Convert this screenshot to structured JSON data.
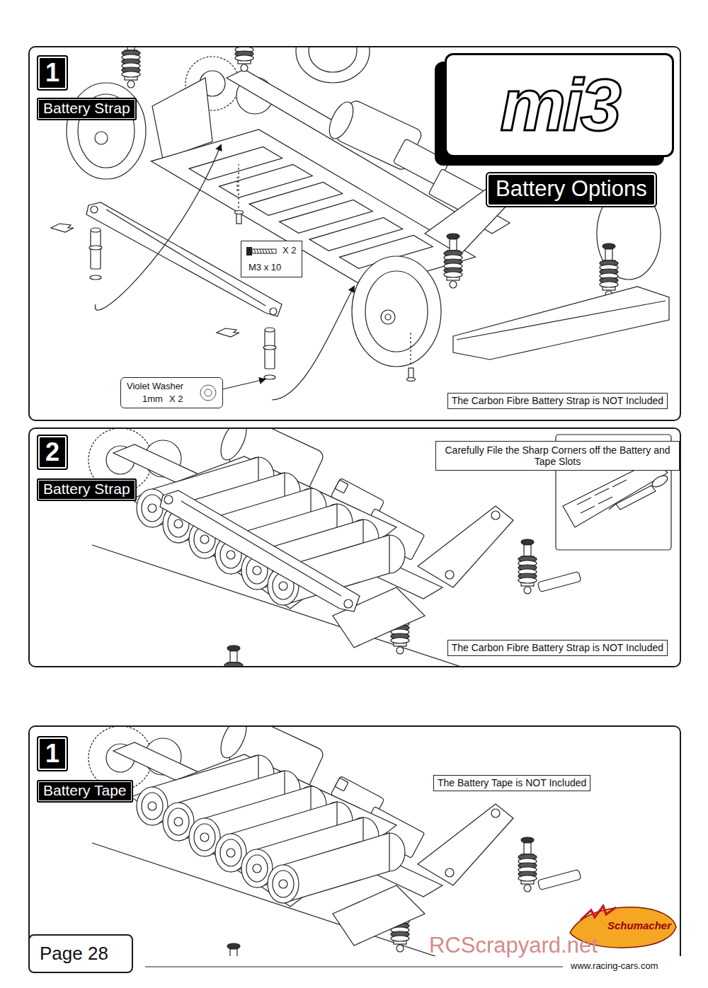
{
  "diagram": {
    "nodes": [
      {
        "text": [
          "1",
          "Battery Strap"
        ]
      },
      {
        "text": [
          "mi3"
        ],
        "in": 0
      },
      {
        "text": [
          "Battery Options"
        ],
        "in": 0
      },
      {
        "text": [
          "X 2",
          "M3 x 10"
        ],
        "in": 0
      },
      {
        "text": [
          "Violet Washer",
          "1mm",
          "X 2"
        ],
        "in": 0
      },
      {
        "text": [
          "The Carbon Fibre Battery Strap is NOT Included"
        ],
        "in": 0
      },
      {
        "text": [
          "2",
          "Battery Strap"
        ]
      },
      {
        "text": [
          "Carefully File the Sharp Corners off the Battery and Tape Slots"
        ],
        "in": 6
      },
      {
        "text": [
          "The Carbon Fibre Battery Strap is NOT Included"
        ],
        "in": 6
      },
      {
        "text": [
          "1",
          "Battery Tape"
        ]
      },
      {
        "text": [
          "The Battery Tape is NOT Included"
        ],
        "in": 9
      },
      {
        "text": [
          "Page 28"
        ]
      }
    ],
    "labels": [
      "Schumacher",
      "RCScrapyard.net",
      "www.racing-cars.com"
    ]
  }
}
